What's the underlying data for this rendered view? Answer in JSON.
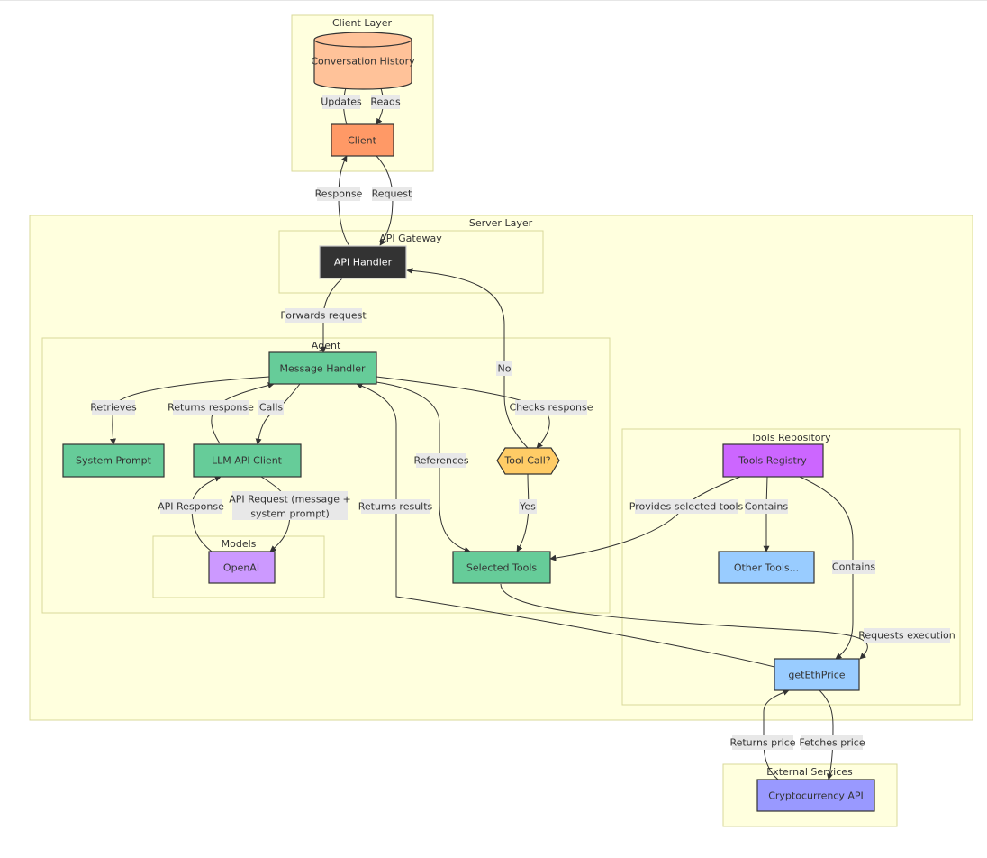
{
  "clusters": {
    "client_layer": "Client Layer",
    "server_layer": "Server Layer",
    "api_gateway": "API Gateway",
    "agent": "Agent",
    "models": "Models",
    "tools_repository": "Tools Repository",
    "external_services": "External Services"
  },
  "nodes": {
    "conversation_history": "Conversation History",
    "client": "Client",
    "api_handler": "API Handler",
    "message_handler": "Message Handler",
    "system_prompt": "System Prompt",
    "llm_api_client": "LLM API Client",
    "tool_call": "Tool Call?",
    "selected_tools": "Selected Tools",
    "openai": "OpenAI",
    "tools_registry": "Tools Registry",
    "other_tools": "Other Tools...",
    "get_eth_price": "getEthPrice",
    "crypto_api": "Cryptocurrency API"
  },
  "edges": {
    "updates": "Updates",
    "reads": "Reads",
    "response": "Response",
    "request": "Request",
    "forwards_request": "Forwards request",
    "no": "No",
    "retrieves": "Retrieves",
    "returns_response": "Returns response",
    "calls": "Calls",
    "checks_response": "Checks response",
    "references": "References",
    "returns_results": "Returns results",
    "yes": "Yes",
    "api_response": "API Response",
    "api_request_line1": "API Request (message +",
    "api_request_line2": "system prompt)",
    "provides_selected_tools": "Provides selected tools",
    "contains_other": "Contains",
    "contains_eth": "Contains",
    "requests_execution": "Requests execution",
    "returns_price": "Returns price",
    "fetches_price": "Fetches price"
  },
  "colors": {
    "cluster_fill": "#ffffde",
    "client_orange": "#ff9966",
    "history_fill": "#ffc299",
    "api_handler_dark": "#333333",
    "agent_green": "#66cc99",
    "tool_call_yellow": "#ffcc66",
    "purple_node": "#cc99ff",
    "registry_magenta": "#cc66ff",
    "tool_blue": "#99ccff",
    "crypto_violet": "#9999ff"
  }
}
